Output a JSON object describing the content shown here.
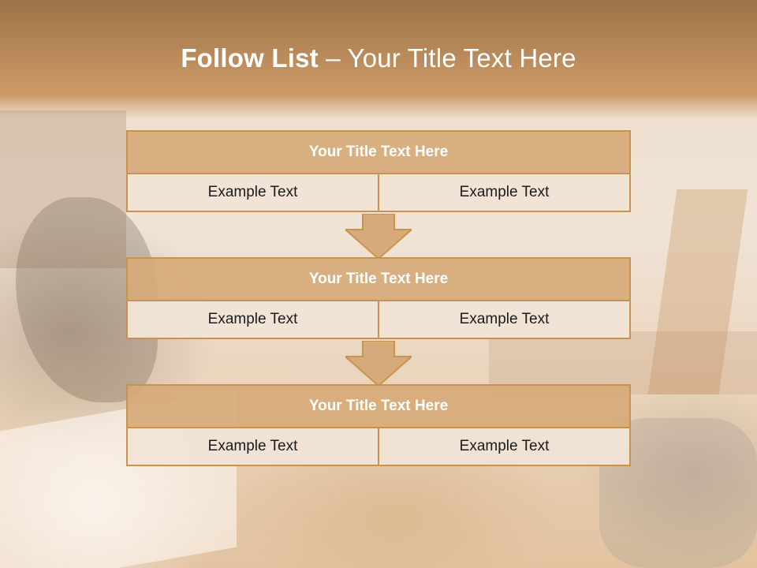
{
  "title": {
    "bold": "Follow List",
    "rest": " – Your Title Text Here"
  },
  "steps": [
    {
      "title": "Your Title Text Here",
      "left": "Example Text",
      "right": "Example Text"
    },
    {
      "title": "Your Title Text Here",
      "left": "Example Text",
      "right": "Example Text"
    },
    {
      "title": "Your Title Text Here",
      "left": "Example Text",
      "right": "Example Text"
    }
  ],
  "colors": {
    "header": "#b8895a",
    "box_title": "#d6aa7a",
    "border": "#c9924e",
    "cell": "#f0e4d6"
  }
}
